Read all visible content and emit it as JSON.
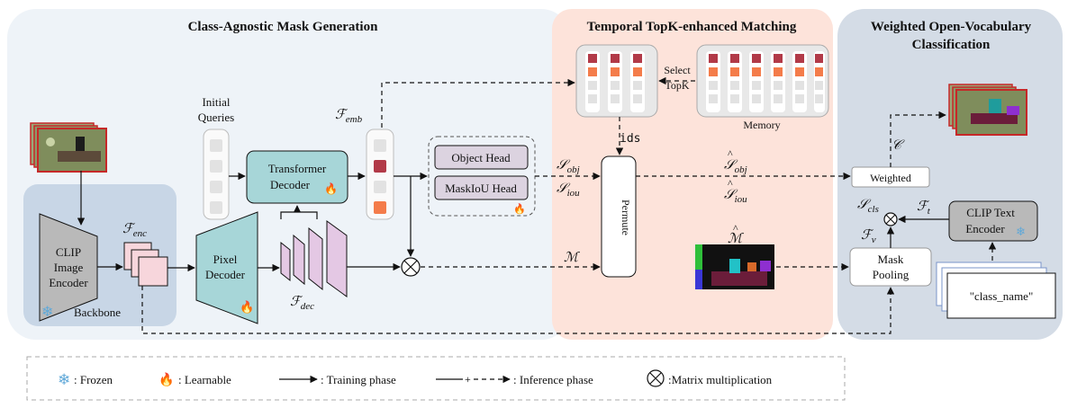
{
  "sections": {
    "mask_generation": "Class-Agnostic Mask Generation",
    "temporal_matching": "Temporal TopK-enhanced Matching",
    "classification_line1": "Weighted Open-Vocabulary",
    "classification_line2": "Classification"
  },
  "blocks": {
    "clip_encoder": [
      "CLIP",
      "Image",
      "Encoder"
    ],
    "backbone": "Backbone",
    "initial_queries": [
      "Initial",
      "Queries"
    ],
    "transformer_decoder": [
      "Transformer",
      "Decoder"
    ],
    "pixel_decoder": [
      "Pixel",
      "Decoder"
    ],
    "object_head": "Object Head",
    "maskiou_head": "MaskIoU Head",
    "memory": "Memory",
    "select_topk": [
      "Select",
      "TopK"
    ],
    "ids": "ids",
    "permute": "Permute",
    "weighted": "Weighted",
    "mask_pooling": [
      "Mask",
      "Pooling"
    ],
    "clip_text_encoder": [
      "CLIP Text",
      "Encoder"
    ],
    "class_name": "\"class_name\""
  },
  "symbols": {
    "F": "ℱ",
    "enc": "enc",
    "emb": "emb",
    "dec": "dec",
    "t": "t",
    "v": "v",
    "S": "𝒮",
    "obj": "obj",
    "iou": "iou",
    "cls": "cls",
    "M": "ℳ",
    "C": "𝒞",
    "hat": "^"
  },
  "legend": {
    "frozen": ": Frozen",
    "learnable": ": Learnable",
    "training": ": Training phase",
    "inference": ": Inference phase",
    "matmul": ":Matrix multiplication"
  },
  "colors": {
    "panel_left": "#eef3f8",
    "panel_mid": "#fde3da",
    "panel_right": "#d4dce6",
    "backbone": "#c8d6e6",
    "decoder_teal": "#a7d6d8",
    "dec_purple": "#e4c8e4",
    "head_purple": "#dcd3e0",
    "query_red": "#b23a48",
    "query_orange": "#f47c4a",
    "query_grey": "#e2e2e2"
  }
}
